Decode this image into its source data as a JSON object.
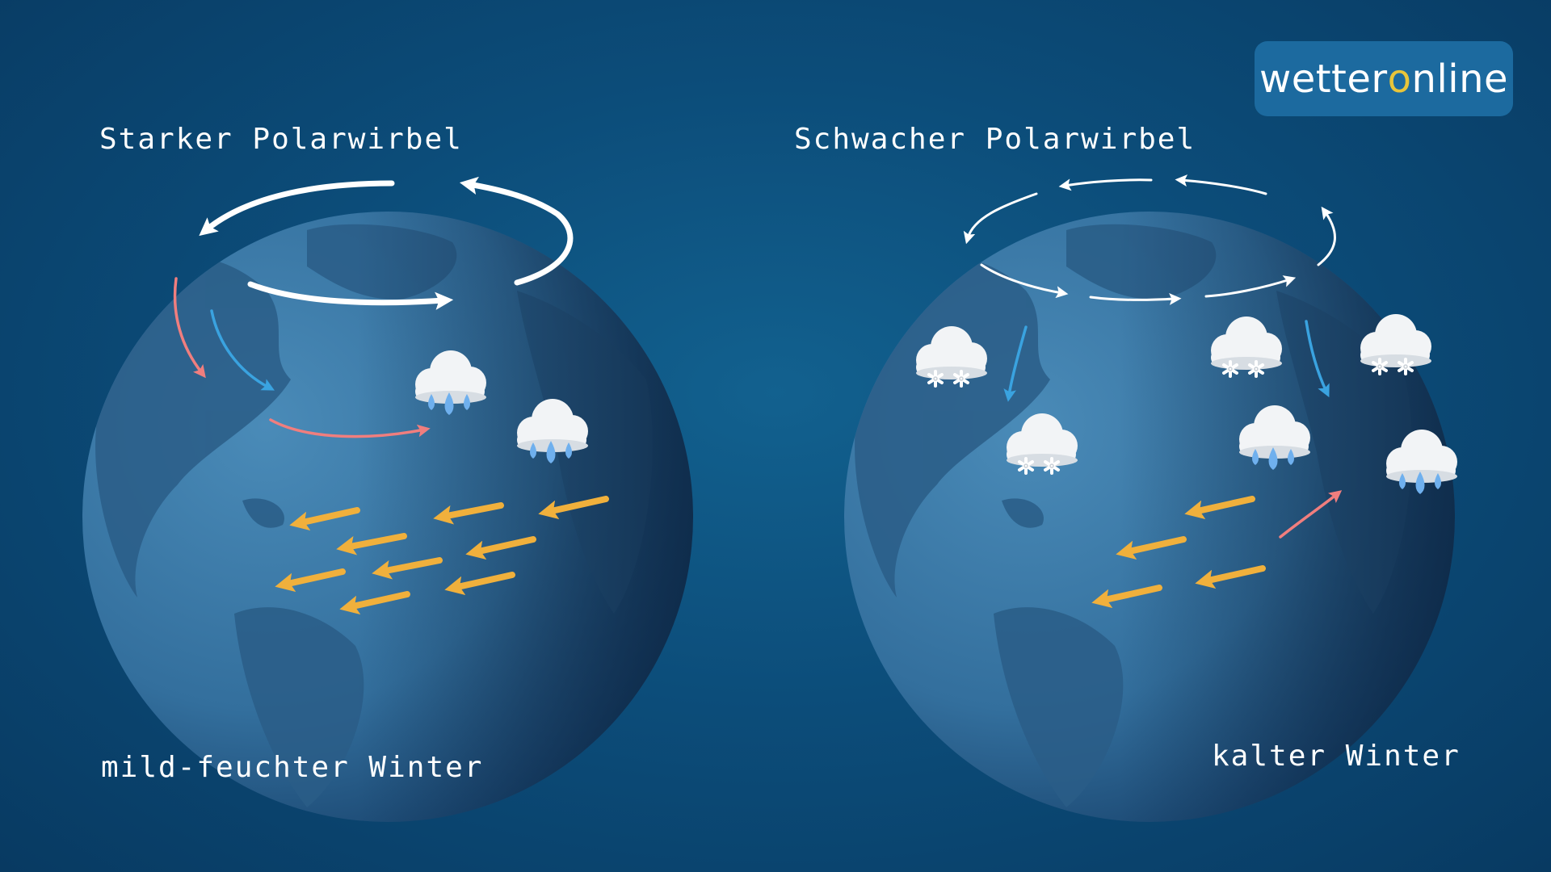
{
  "brand": {
    "text_before": "wetter",
    "text_highlight": "o",
    "text_after": "nline",
    "accent_color": "#e8c53a"
  },
  "left_panel": {
    "title": "Starker Polarwirbel",
    "caption": "mild-feuchter Winter"
  },
  "right_panel": {
    "title": "Schwacher Polarwirbel",
    "caption": "kalter Winter"
  },
  "colors": {
    "background": "#0c4d7a",
    "globe_ocean": "#3b79a6",
    "globe_land": "#2a5d87",
    "polar_vortex_arrow": "#ffffff",
    "warm_air_arrow": "#f07e7e",
    "cold_air_arrow": "#3aa3e0",
    "trade_wind_arrow": "#f0b03c",
    "rain_drop": "#6fb0ee",
    "cloud": "#f2f4f6"
  },
  "icons": [
    "globe",
    "cloud-rain-icon",
    "cloud-snow-icon",
    "vortex-arrow",
    "wind-arrow"
  ]
}
